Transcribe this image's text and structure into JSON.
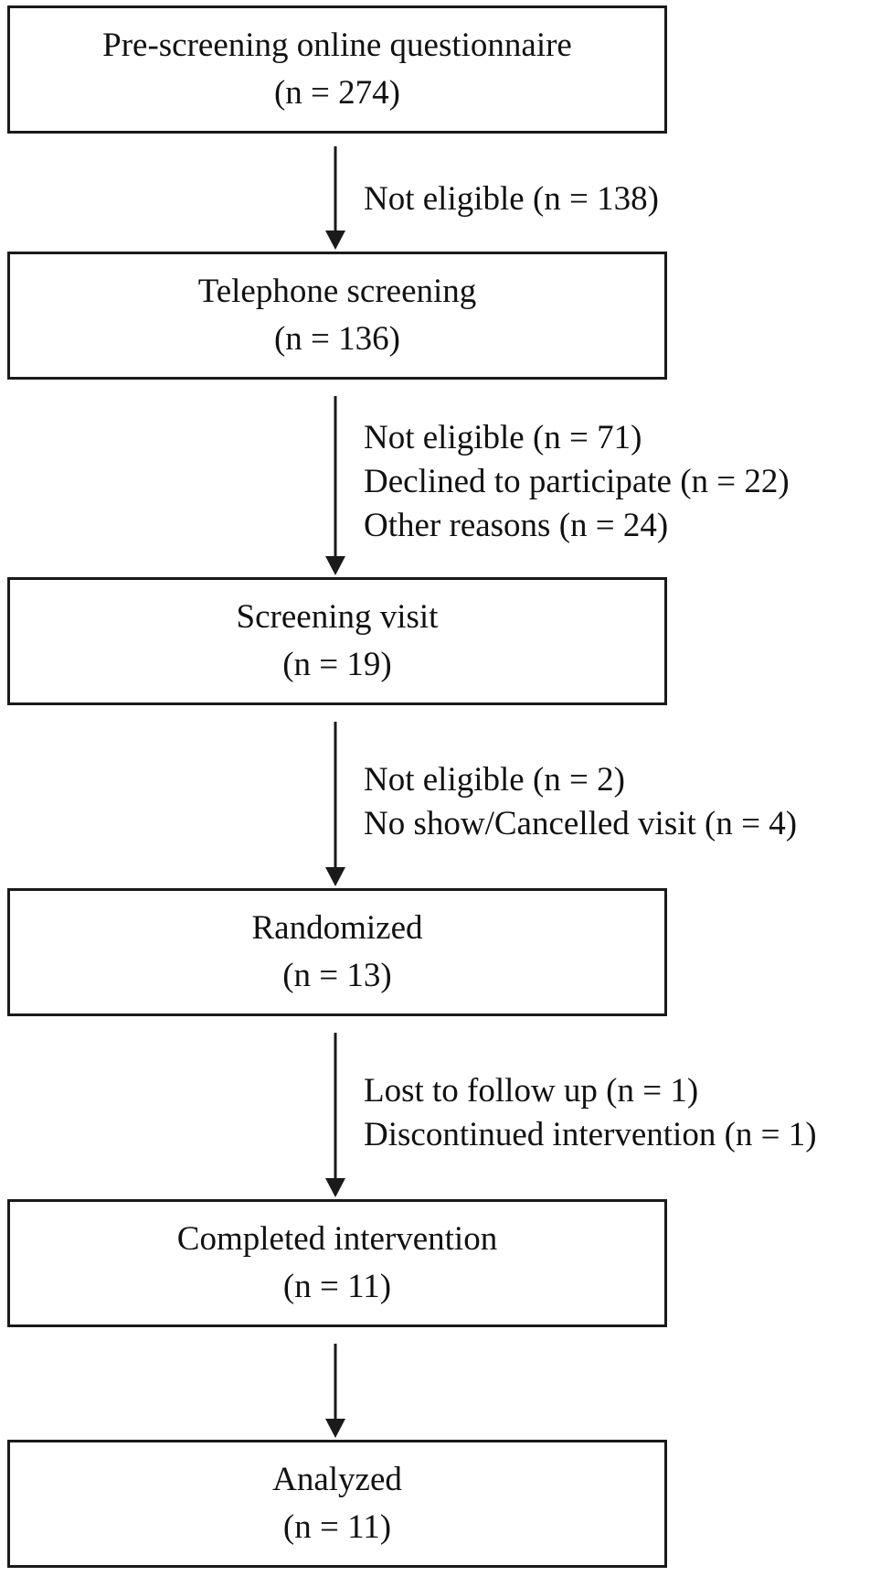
{
  "steps": [
    {
      "title": "Pre-screening  online  questionnaire",
      "count": "(n = 274)"
    },
    {
      "title": "Telephone  screening",
      "count": "(n = 136)"
    },
    {
      "title": "Screening  visit",
      "count": "(n = 19)"
    },
    {
      "title": "Randomized",
      "count": "(n = 13)"
    },
    {
      "title": "Completed  intervention",
      "count": "(n = 11)"
    },
    {
      "title": "Analyzed",
      "count": "(n = 11)"
    }
  ],
  "exclusions": [
    {
      "lines": [
        "Not eligible  (n = 138)"
      ]
    },
    {
      "lines": [
        "Not eligible  (n = 71)",
        "Declined  to participate  (n = 22)",
        "Other reasons  (n = 24)"
      ]
    },
    {
      "lines": [
        "Not eligible  (n = 2)",
        "No show/Cancelled  visit  (n = 4)"
      ]
    },
    {
      "lines": [
        "Lost to follow  up (n = 1)",
        "Discontinued  intervention  (n = 1)"
      ]
    },
    {
      "lines": []
    }
  ],
  "colors": {
    "line": "#1a1a1a",
    "background": "#ffffff",
    "text": "#111111"
  }
}
